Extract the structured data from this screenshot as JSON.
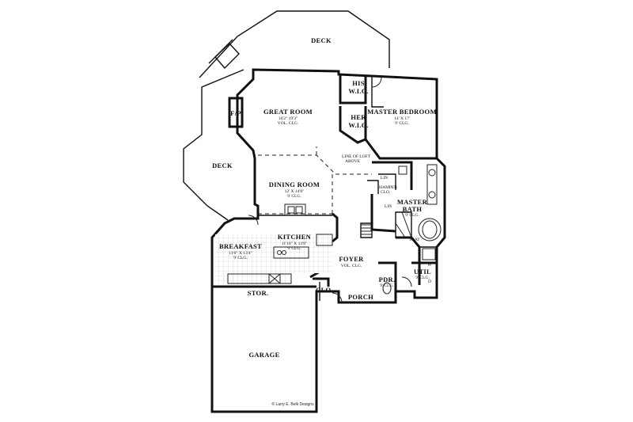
{
  "rooms": {
    "deck_top": "DECK",
    "deck_left": "DECK",
    "great_room": {
      "name": "GREAT ROOM",
      "size": "16'2\" 19'3\"",
      "ceiling": "VOL. CLG."
    },
    "fireplace": "F/P",
    "his_wic": {
      "line1": "HIS",
      "line2": "W.I.C."
    },
    "her_wic": {
      "line1": "HER",
      "line2": "W.I.C."
    },
    "master_bedroom": {
      "name": "MASTER BEDROOM",
      "size": "14' X 17'",
      "ceiling": "9' CLG."
    },
    "loft_note": {
      "line1": "LINE OF LOFT",
      "line2": "ABOVE"
    },
    "dining_room": {
      "name": "DINING ROOM",
      "size": "12' X 14'8\"",
      "ceiling": "9' CLG."
    },
    "linen_top": "LIN",
    "linen": "LIN",
    "hamper": {
      "line1": "HAMPER",
      "line2": "CLO."
    },
    "master_bath": {
      "line1": "MASTER",
      "line2": "BATH",
      "ceiling": "9' CLG."
    },
    "seat": "SEAT",
    "kitchen": {
      "name": "KITCHEN",
      "size": "11'10\" X 13'8\"",
      "ceiling": "9' CLG."
    },
    "breakfast": {
      "name": "BREAKFAST",
      "size": "11'6\" X 13'4\"",
      "ceiling": "9' CLG."
    },
    "foyer": {
      "name": "FOYER",
      "ceiling": "VOL. CLG."
    },
    "pdr": {
      "name": "PDR.",
      "ceiling": "9' CLG."
    },
    "util": {
      "name": "UTIL",
      "ceiling": "9' CLG."
    },
    "washer": "W",
    "dryer": "D",
    "stor": "STOR.",
    "clo": "CLO.",
    "porch": "PORCH",
    "garage": "GARAGE"
  },
  "credit": "© Larry E. Belk Designs"
}
